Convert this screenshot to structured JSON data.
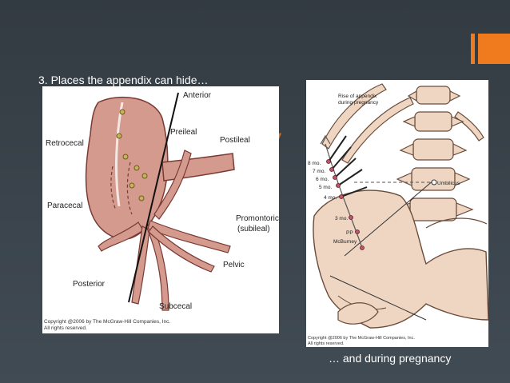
{
  "slide": {
    "heading": "3. Places the appendix can hide…",
    "title_fragment": "y",
    "caption": "… and during pregnancy",
    "accent_color": "#f07a1e"
  },
  "figure_left": {
    "labels": {
      "anterior": "Anterior",
      "retrocecal": "Retrocecal",
      "preileal": "Preileal",
      "postileal": "Postileal",
      "paracecal": "Paracecal",
      "promontoric": "Promontoric",
      "subileal": "(subileal)",
      "pelvic": "Pelvic",
      "posterior": "Posterior",
      "subcecal": "Subcecal"
    },
    "copyright": [
      "Copyright @2006 by The McGraw-Hill Companies, Inc.",
      "All rights reserved."
    ]
  },
  "figure_right": {
    "labels": {
      "rise_title": [
        "Rise of appendix",
        "during pregnancy"
      ],
      "m8": "8 mo.",
      "m7": "7 mo.",
      "m6": "6 mo.",
      "m5": "5 mo.",
      "m4": "4 mo.",
      "m3": "3 mo.",
      "pp": "PP",
      "mcburney": "McBurney",
      "umbilicus": "Umbilicus"
    },
    "copyright": [
      "Copyright @2006 by The McGraw-Hill Companies, Inc.",
      "All rights reserved."
    ]
  }
}
